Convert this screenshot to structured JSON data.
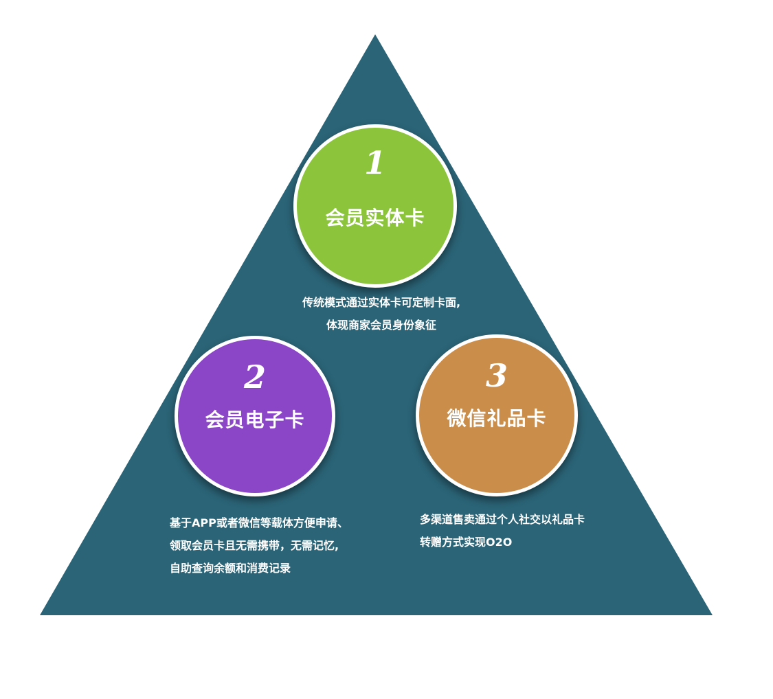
{
  "colors": {
    "triangle": "#2b6477",
    "card1": "#8cc53c",
    "card2": "#8a46c6",
    "card3": "#cb8d4a",
    "text": "#ffffff"
  },
  "cards": [
    {
      "number": "1",
      "title": "会员实体卡",
      "description": [
        "传统模式通过实体卡可定制卡面,",
        "体现商家会员身份象征"
      ]
    },
    {
      "number": "2",
      "title": "会员电子卡",
      "description": [
        "基于APP或者微信等载体方便申请、",
        "领取会员卡且无需携带，无需记忆,",
        "自助查询余额和消费记录"
      ]
    },
    {
      "number": "3",
      "title": "微信礼品卡",
      "description": [
        "多渠道售卖通过个人社交以礼品卡",
        "转赠方式实现O2O"
      ]
    }
  ]
}
